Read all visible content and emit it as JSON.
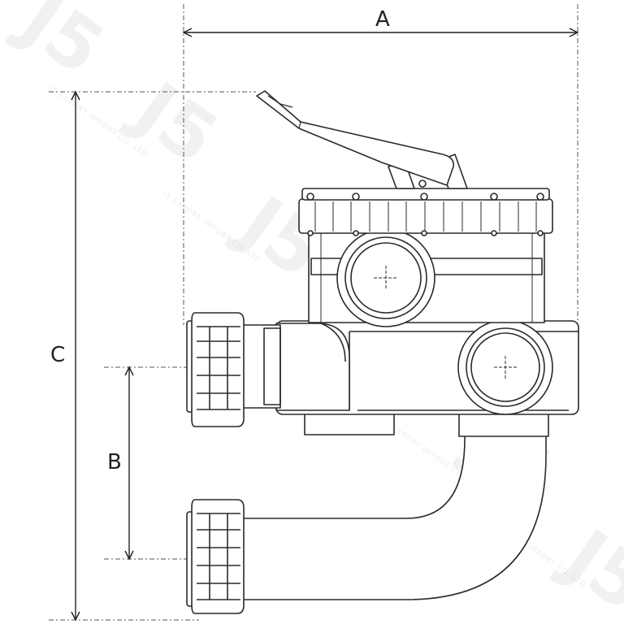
{
  "dimensions": {
    "a_label": "A",
    "b_label": "B",
    "c_label": "C"
  },
  "watermark": {
    "logo": "J5",
    "company": "J5 EXPORT IMPORT CO.,LTD"
  },
  "colors": {
    "line": "#2a2a2a",
    "dashed": "#555555",
    "background": "#ffffff"
  }
}
